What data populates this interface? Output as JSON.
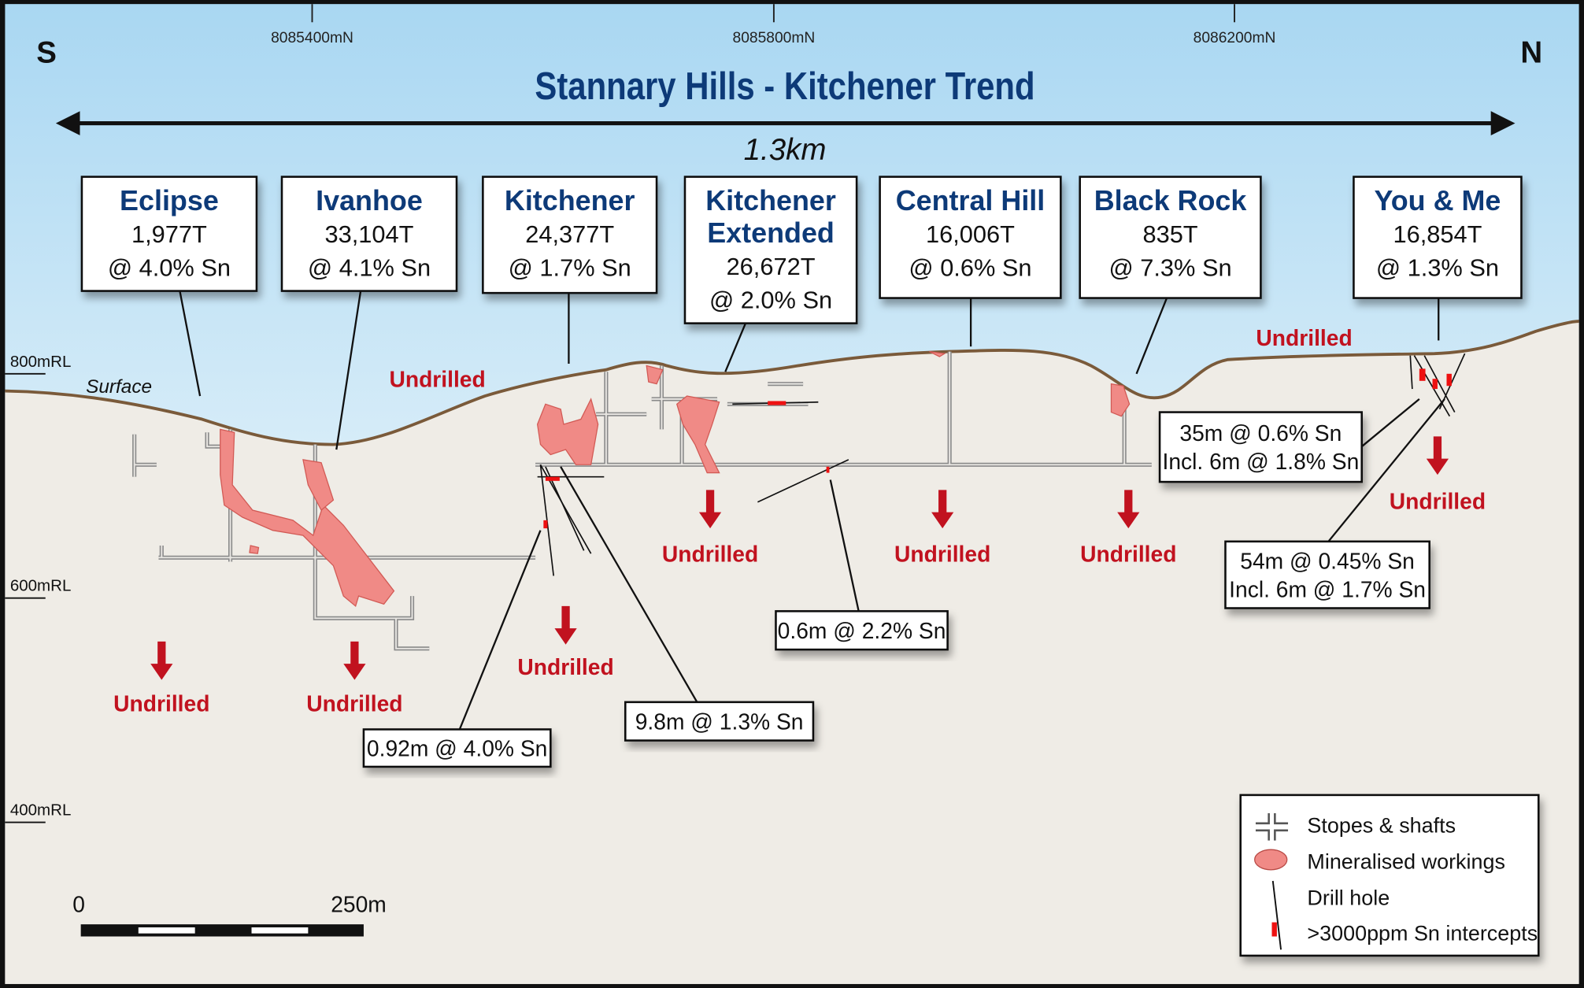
{
  "title": "Stannary Hills - Kitchener Trend",
  "direction": {
    "left": "S",
    "right": "N"
  },
  "northings": [
    "8085400mN",
    "8085800mN",
    "8086200mN"
  ],
  "distance_label": "1.3km",
  "surface_label": "Surface",
  "rl_labels": [
    "800mRL",
    "600mRL",
    "400mRL"
  ],
  "deposits": [
    {
      "name": [
        "Eclipse"
      ],
      "tonnage": "1,977T",
      "grade": "@ 4.0% Sn"
    },
    {
      "name": [
        "Ivanhoe"
      ],
      "tonnage": "33,104T",
      "grade": "@ 4.1% Sn"
    },
    {
      "name": [
        "Kitchener"
      ],
      "tonnage": "24,377T",
      "grade": "@ 1.7% Sn"
    },
    {
      "name": [
        "Kitchener",
        "Extended"
      ],
      "tonnage": "26,672T",
      "grade": "@ 2.0% Sn"
    },
    {
      "name": [
        "Central Hill"
      ],
      "tonnage": "16,006T",
      "grade": "@ 0.6% Sn"
    },
    {
      "name": [
        "Black Rock"
      ],
      "tonnage": "835T",
      "grade": "@ 7.3% Sn"
    },
    {
      "name": [
        "You & Me"
      ],
      "tonnage": "16,854T",
      "grade": "@ 1.3% Sn"
    }
  ],
  "undrilled_label": "Undrilled",
  "intercepts": [
    [
      "35m @ 0.6% Sn",
      "Incl. 6m @ 1.8% Sn"
    ],
    [
      "54m @ 0.45% Sn",
      "Incl. 6m @ 1.7% Sn"
    ],
    [
      "0.6m @ 2.2% Sn"
    ],
    [
      "9.8m @ 1.3% Sn"
    ],
    [
      "0.92m @ 4.0% Sn"
    ]
  ],
  "legend": {
    "items": [
      "Stopes & shafts",
      "Mineralised workings",
      "Drill hole",
      ">3000ppm Sn intercepts"
    ]
  },
  "scale_bar": {
    "start": "0",
    "end": "250m"
  },
  "colors": {
    "title": "#0d3a78",
    "undrilled": "#c1121f",
    "mineralised": "#f08a86",
    "surface": "#7a5a3a"
  }
}
